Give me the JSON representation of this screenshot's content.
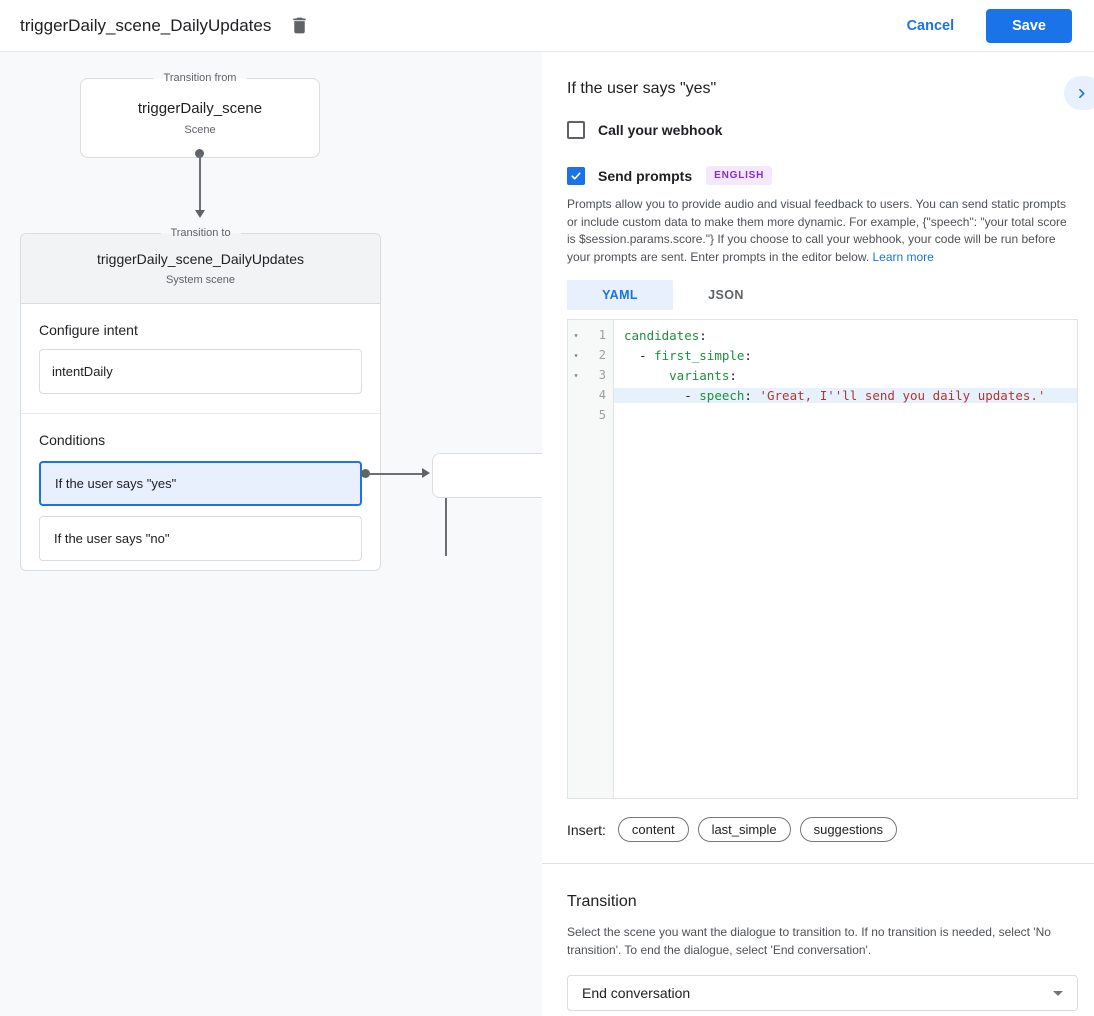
{
  "header": {
    "title": "triggerDaily_scene_DailyUpdates",
    "cancel_label": "Cancel",
    "save_label": "Save"
  },
  "diagram": {
    "from_node": {
      "legend": "Transition from",
      "title": "triggerDaily_scene",
      "subtitle": "Scene"
    },
    "to_node": {
      "legend": "Transition to",
      "title": "triggerDaily_scene_DailyUpdates",
      "subtitle": "System scene",
      "intent_section": {
        "label": "Configure intent",
        "value": "intentDaily"
      },
      "conditions_section": {
        "label": "Conditions",
        "items": [
          {
            "label": "If the user says \"yes\"",
            "selected": true
          },
          {
            "label": "If the user says \"no\"",
            "selected": false
          }
        ]
      }
    }
  },
  "panel": {
    "title": "If the user says \"yes\"",
    "webhook_checkbox": {
      "label": "Call your webhook",
      "checked": false
    },
    "prompts_checkbox": {
      "label": "Send prompts",
      "checked": true,
      "badge": "ENGLISH"
    },
    "description": "Prompts allow you to provide audio and visual feedback to users. You can send static prompts or include custom data to make them more dynamic. For example, {\"speech\": \"your total score is $session.params.score.\"} If you choose to call your webhook, your code will be run before your prompts are sent. Enter prompts in the editor below. ",
    "learn_more": "Learn more",
    "tabs": [
      {
        "label": "YAML",
        "active": true
      },
      {
        "label": "JSON",
        "active": false
      }
    ],
    "editor": {
      "lines": [
        {
          "num": 1,
          "fold": true,
          "highlight": false,
          "tokens": [
            {
              "t": "key",
              "v": "candidates"
            },
            {
              "t": "plain",
              "v": ":"
            }
          ]
        },
        {
          "num": 2,
          "fold": true,
          "highlight": false,
          "tokens": [
            {
              "t": "plain",
              "v": "  - "
            },
            {
              "t": "key",
              "v": "first_simple"
            },
            {
              "t": "plain",
              "v": ":"
            }
          ]
        },
        {
          "num": 3,
          "fold": true,
          "highlight": false,
          "tokens": [
            {
              "t": "plain",
              "v": "      "
            },
            {
              "t": "key",
              "v": "variants"
            },
            {
              "t": "plain",
              "v": ":"
            }
          ]
        },
        {
          "num": 4,
          "fold": false,
          "highlight": true,
          "tokens": [
            {
              "t": "plain",
              "v": "        - "
            },
            {
              "t": "key",
              "v": "speech"
            },
            {
              "t": "plain",
              "v": ": "
            },
            {
              "t": "string",
              "v": "'Great, I''ll send you daily updates.'"
            }
          ]
        },
        {
          "num": 5,
          "fold": false,
          "highlight": false,
          "tokens": []
        }
      ]
    },
    "insert": {
      "label": "Insert:",
      "chips": [
        "content",
        "last_simple",
        "suggestions"
      ]
    },
    "transition": {
      "title": "Transition",
      "description": "Select the scene you want the dialogue to transition to. If no transition is needed, select 'No transition'. To end the dialogue, select 'End conversation'.",
      "select_value": "End conversation"
    }
  },
  "colors": {
    "accent_blue": "#1a73e8",
    "selected_bg": "#e8f0fe",
    "badge_bg": "#f3e8fd",
    "badge_text": "#8430ce",
    "yaml_key": "#1e8e3e",
    "yaml_string": "#b03535",
    "line_highlight": "#e7f1fc",
    "canvas_bg": "#f8f9fa"
  }
}
